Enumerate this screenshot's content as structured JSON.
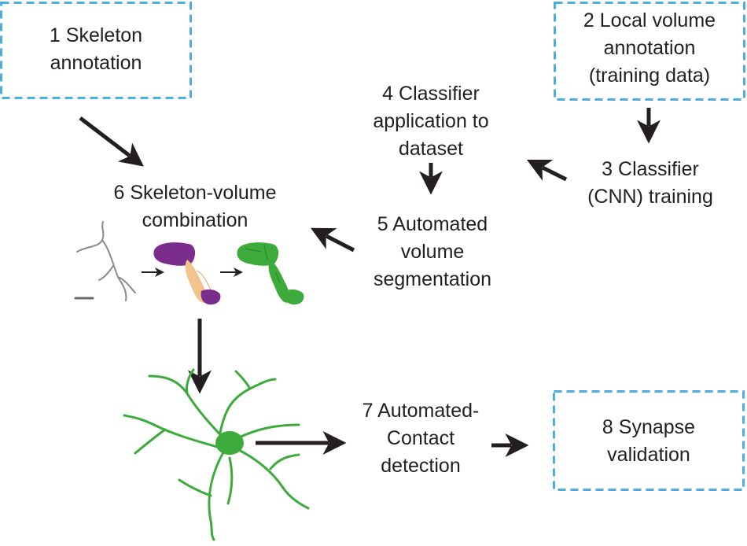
{
  "steps": {
    "s1": {
      "number": "1",
      "lines": [
        "Skeleton",
        "annotation"
      ]
    },
    "s2": {
      "number": "2",
      "lines": [
        "Local volume",
        "annotation",
        "(training data)"
      ]
    },
    "s3": {
      "number": "3",
      "lines": [
        "Classifier",
        "(CNN) training"
      ]
    },
    "s4": {
      "number": "4",
      "lines": [
        "Classifier",
        "application to",
        "dataset"
      ]
    },
    "s5": {
      "number": "5",
      "lines": [
        "Automated",
        "volume",
        "segmentation"
      ]
    },
    "s6": {
      "number": "6",
      "lines": [
        "Skeleton-volume",
        "combination"
      ]
    },
    "s7": {
      "number": "7",
      "lines": [
        "Automated-",
        "Contact",
        "detection"
      ]
    },
    "s8": {
      "number": "8",
      "lines": [
        "Synapse",
        "validation"
      ]
    }
  },
  "colors": {
    "box_border": "#4aaee0",
    "arrow": "#231f20",
    "purple": "#7b2d8e",
    "tan": "#f0c48a",
    "green": "#3cab3c",
    "skeleton": "#8a8a8a"
  },
  "icons": {
    "skeleton_trace": "skeleton-trace-icon",
    "volume_segments": "purple-tan-segment-icon",
    "green_volume": "green-volume-icon",
    "neuron": "neuron-icon"
  }
}
